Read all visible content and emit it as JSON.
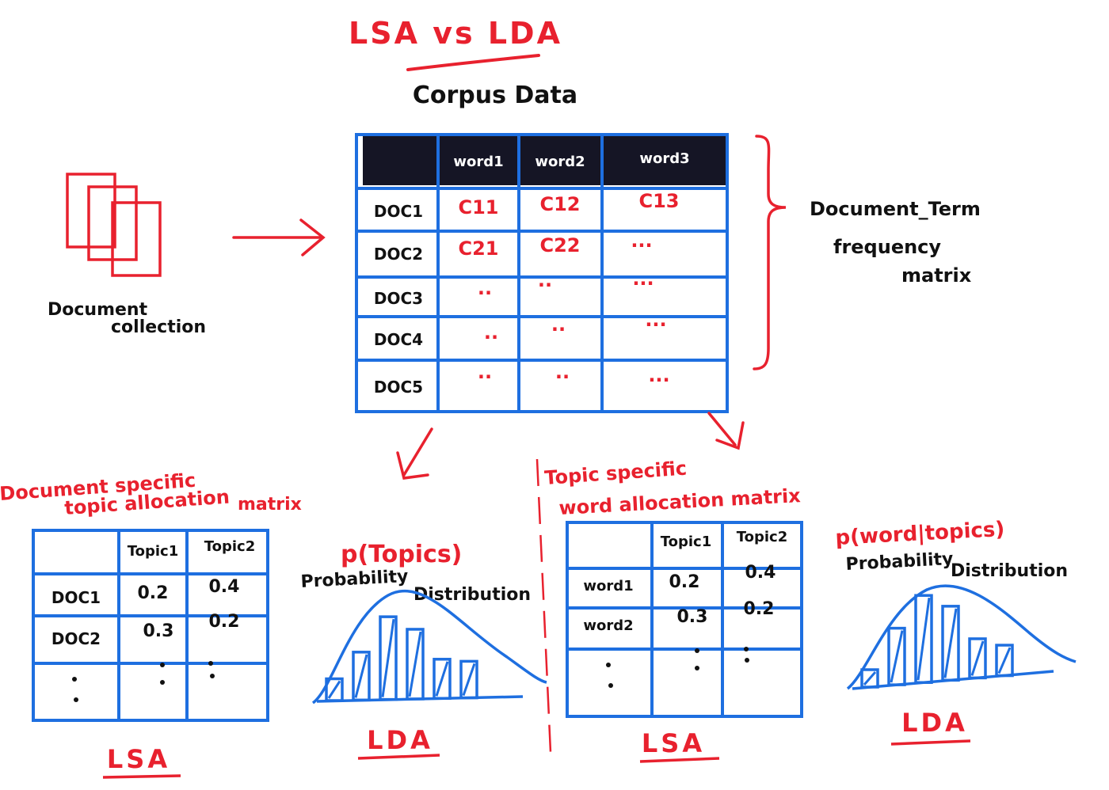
{
  "title": "LSA vs LDA",
  "subtitle": "Corpus Data",
  "collection_label": [
    "Document",
    "collection"
  ],
  "dtm": {
    "columns": [
      "word1",
      "word2",
      "word3"
    ],
    "rows": [
      {
        "doc": "DOC1",
        "cells": [
          "C11",
          "C12",
          "C13"
        ]
      },
      {
        "doc": "DOC2",
        "cells": [
          "C21",
          "C22",
          "..."
        ]
      },
      {
        "doc": "DOC3",
        "cells": [
          "..",
          "..",
          "..."
        ]
      },
      {
        "doc": "DOC4",
        "cells": [
          "..",
          "..",
          "..."
        ]
      },
      {
        "doc": "DOC5",
        "cells": [
          "..",
          "..",
          "..."
        ]
      }
    ]
  },
  "dtm_label": [
    "Document_Term",
    "frequency",
    "matrix"
  ],
  "left_section": {
    "heading": [
      "Document specific",
      "topic allocation",
      "matrix"
    ],
    "columns": [
      "Topic1",
      "Topic2"
    ],
    "rows": [
      {
        "label": "DOC1",
        "cells": [
          "0.2",
          "0.4"
        ]
      },
      {
        "label": "DOC2",
        "cells": [
          "0.3",
          "0.2"
        ]
      }
    ],
    "method": "LSA",
    "dist_title": "p(Topics)",
    "dist_label": [
      "Probability",
      "Distribution"
    ],
    "dist_method": "LDA",
    "bar_heights": [
      0.25,
      0.55,
      0.95,
      0.8,
      0.45,
      0.42
    ]
  },
  "right_section": {
    "heading": [
      "Topic specific",
      "word allocation matrix"
    ],
    "columns": [
      "Topic1",
      "Topic2"
    ],
    "rows": [
      {
        "label": "word1",
        "cells": [
          "0.2",
          "0.4"
        ]
      },
      {
        "label": "word2",
        "cells": [
          "0.3",
          "0.2"
        ]
      }
    ],
    "method": "LSA",
    "dist_title": "p(word|topics)",
    "dist_label": [
      "Probability",
      "Distribution"
    ],
    "dist_method": "LDA",
    "bar_heights": [
      0.2,
      0.65,
      1.0,
      0.85,
      0.45,
      0.35
    ]
  },
  "colors": {
    "red": "#e8212e",
    "blue": "#1e6fe0",
    "black": "#111111",
    "header_fill": "#151525"
  }
}
